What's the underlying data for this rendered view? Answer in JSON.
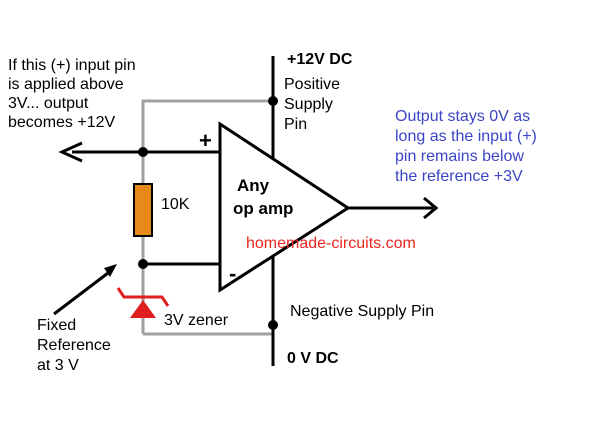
{
  "labels": {
    "input_note": [
      "If this (+) input pin",
      "is applied above",
      "3V... output",
      "becomes +12V"
    ],
    "supply_positive": "+12V DC",
    "positive_pin": [
      "Positive",
      "Supply",
      "Pin"
    ],
    "output_note": [
      "Output stays 0V as",
      "long as the input (+)",
      "pin remains below",
      "the reference +3V"
    ],
    "plus_sign": "+",
    "minus_sign": "-",
    "opamp": [
      "Any",
      "op amp"
    ],
    "resistor": "10K",
    "watermark": "homemade-circuits.com",
    "negative_pin": "Negative Supply Pin",
    "supply_ground": "0 V DC",
    "zener": "3V zener",
    "reference_note": [
      "Fixed",
      "Reference",
      "at 3 V"
    ]
  },
  "colors": {
    "text": "#000000",
    "output_note": "#3a46c4",
    "watermark": "#e8281e",
    "resistor_fill": "#e88a1a",
    "zener": "#e01e1e",
    "wire_grey": "#a0a0a0"
  }
}
